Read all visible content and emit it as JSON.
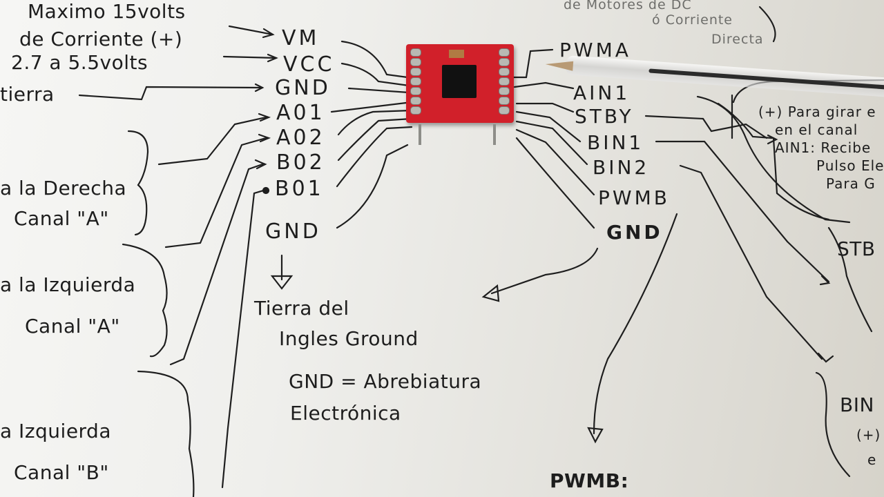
{
  "left_pins": [
    "VM",
    "VCC",
    "GND",
    "A01",
    "A02",
    "B02",
    "B01",
    "GND"
  ],
  "right_pins": [
    "PWMA",
    "AIN1",
    "STBY",
    "BIN1",
    "BIN2",
    "PWMB",
    "GND"
  ],
  "notes": {
    "vm_line1": "Maximo 15volts",
    "vcc_line1": "de Corriente (+)",
    "vcc_line2": "2.7 a 5.5volts",
    "gnd_label": "tierra",
    "a_right_1": "a la Derecha",
    "a_right_2": "Canal \"A\"",
    "a_left_1": "a la Izquierda",
    "a_left_2": "Canal \"A\"",
    "b_left_1": "a Izquierda",
    "b_left_2": "Canal \"B\"",
    "gnd_1": "Tierra del",
    "gnd_2": "Ingles Ground",
    "gnd_3": "GND = Abrebiatura",
    "gnd_4": "Electrónica",
    "pwmb_bottom": "PWMB:",
    "top_1": "de Motores de DC",
    "top_2": "ó Corriente",
    "top_3": "Directa",
    "ain_1": "(+) Para girar e",
    "ain_2": "en el canal",
    "ain_3": "AIN1: Recibe",
    "ain_4": "Pulso Ele",
    "ain_5": "Para G",
    "stby_side": "STB",
    "bin_side_1": "BIN",
    "bin_side_2": "(+)",
    "bin_side_3": "e"
  },
  "colors": {
    "board": "#d1202a",
    "ink": "#1d1d1d",
    "paper": "#efefec"
  }
}
